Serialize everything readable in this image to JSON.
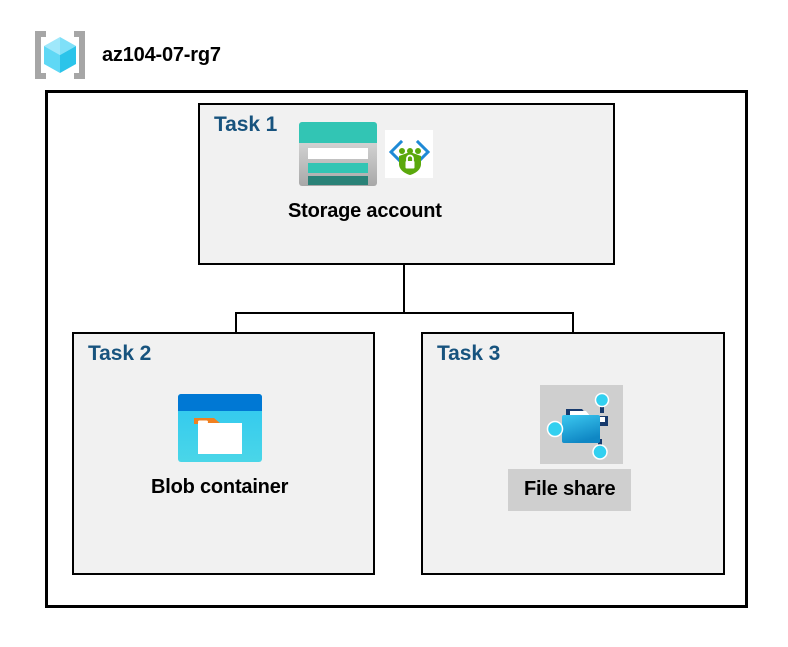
{
  "header": {
    "icon": "resource-group-icon",
    "title": "az104-07-rg7"
  },
  "diagram": {
    "container_name": "resource-group-container",
    "tasks": [
      {
        "id": "task1",
        "label": "Task 1",
        "node": {
          "caption": "Storage account",
          "icons": [
            "storage-account-icon",
            "secure-endpoint-shield-icon"
          ]
        }
      },
      {
        "id": "task2",
        "label": "Task 2",
        "node": {
          "caption": "Blob container",
          "icons": [
            "blob-container-icon"
          ]
        }
      },
      {
        "id": "task3",
        "label": "Task 3",
        "node": {
          "caption": "File share",
          "icons": [
            "file-share-icon"
          ],
          "highlighted": true
        }
      }
    ],
    "connections": [
      {
        "from": "Storage account",
        "to": "Blob container"
      },
      {
        "from": "Storage account",
        "to": "File share"
      }
    ]
  },
  "colors": {
    "task_label": "#17537e",
    "box_fill": "#f1f1f1",
    "box_border": "#000000",
    "canvas": "#ffffff",
    "highlight_plate": "#cfcfcf",
    "storage_teal": "#32c5b4",
    "storage_teal_dark": "#2a8278",
    "blob_blue": "#0078d4",
    "blob_cyan": "#32ccf0",
    "blob_orange": "#f08020",
    "shield_green": "#5aa80c",
    "fileshare_blue": "#1ba0dd",
    "node_cyan": "#32d0f0",
    "rg_cube_light": "#9fe8fb",
    "rg_cube_mid": "#5fd8f5",
    "rg_cube_dark": "#2bc4ea",
    "rg_bracket_gray": "#a6a6a6"
  }
}
